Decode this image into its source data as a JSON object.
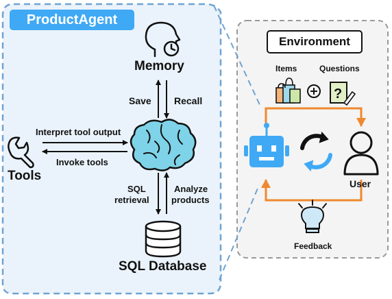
{
  "agent": {
    "title": "ProductAgent",
    "memory": "Memory",
    "save": "Save",
    "recall": "Recall",
    "interpret": "Interpret tool output",
    "invoke": "Invoke tools",
    "tools": "Tools",
    "sql_retrieval_1": "SQL",
    "sql_retrieval_2": "retrieval",
    "analyze_1": "Analyze",
    "analyze_2": "products",
    "database": "SQL Database"
  },
  "environment": {
    "title": "Environment",
    "items": "Items",
    "questions": "Questions",
    "user": "User",
    "feedback": "Feedback"
  },
  "icons": [
    "memory-head-icon",
    "wrench-icon",
    "brain-icon",
    "database-icon",
    "shopping-bags-icon",
    "question-card-icon",
    "robot-icon",
    "cycle-icon",
    "user-icon",
    "lightbulb-icon"
  ],
  "colors": {
    "agent_border": "#6fa3d1",
    "agent_fill": "#eaf3fb",
    "tag": "#3fa9f5",
    "robot": "#3fa9f5",
    "orange_arrow": "#f0882e",
    "brain": "#7fd3e8"
  }
}
